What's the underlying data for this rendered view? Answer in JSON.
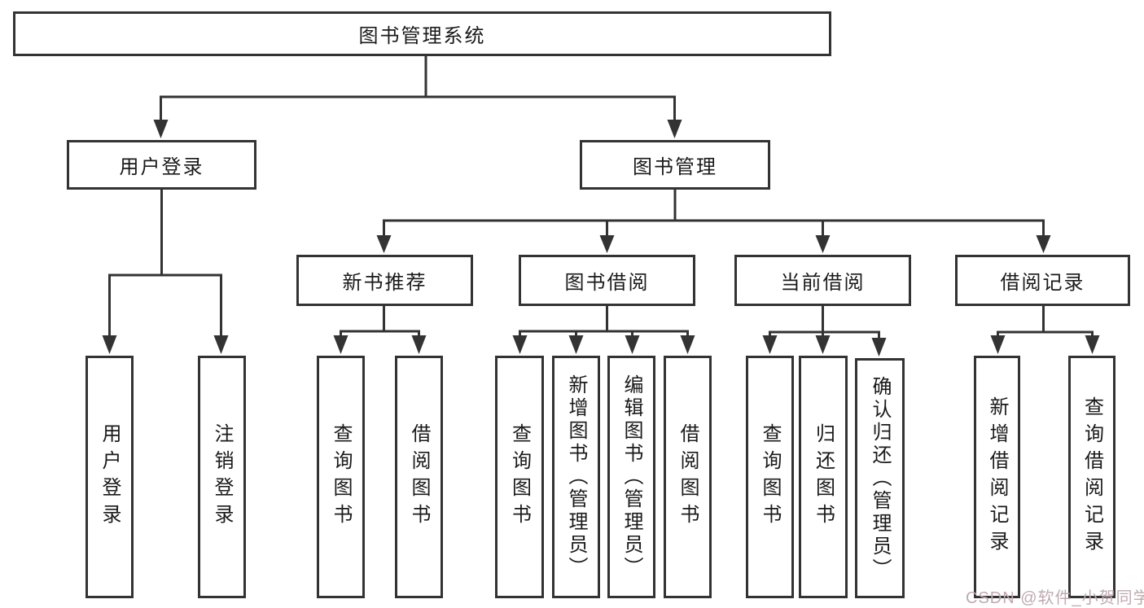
{
  "tree": {
    "root": {
      "label": "图书管理系统"
    },
    "children": [
      {
        "label": "用户登录",
        "children": [
          "用户登录",
          "注销登录"
        ]
      },
      {
        "label": "图书管理",
        "children": [
          {
            "label": "新书推荐",
            "children": [
              "查询图书",
              "借阅图书"
            ]
          },
          {
            "label": "图书借阅",
            "children": [
              "查询图书",
              "新增图书（管理员）",
              "编辑图书（管理员）",
              "借阅图书"
            ]
          },
          {
            "label": "当前借阅",
            "children": [
              "查询图书",
              "归还图书",
              "确认归还（管理员）"
            ]
          },
          {
            "label": "借阅记录",
            "children": [
              "新增借阅记录",
              "查询借阅记录"
            ]
          }
        ]
      }
    ]
  },
  "watermark": {
    "text": "CSDN @软件_小贺同学",
    "color": "#c0aab0"
  },
  "colors": {
    "line": "#333333",
    "box_border": "#333333",
    "text": "#1a1a1a",
    "background": "#ffffff"
  }
}
